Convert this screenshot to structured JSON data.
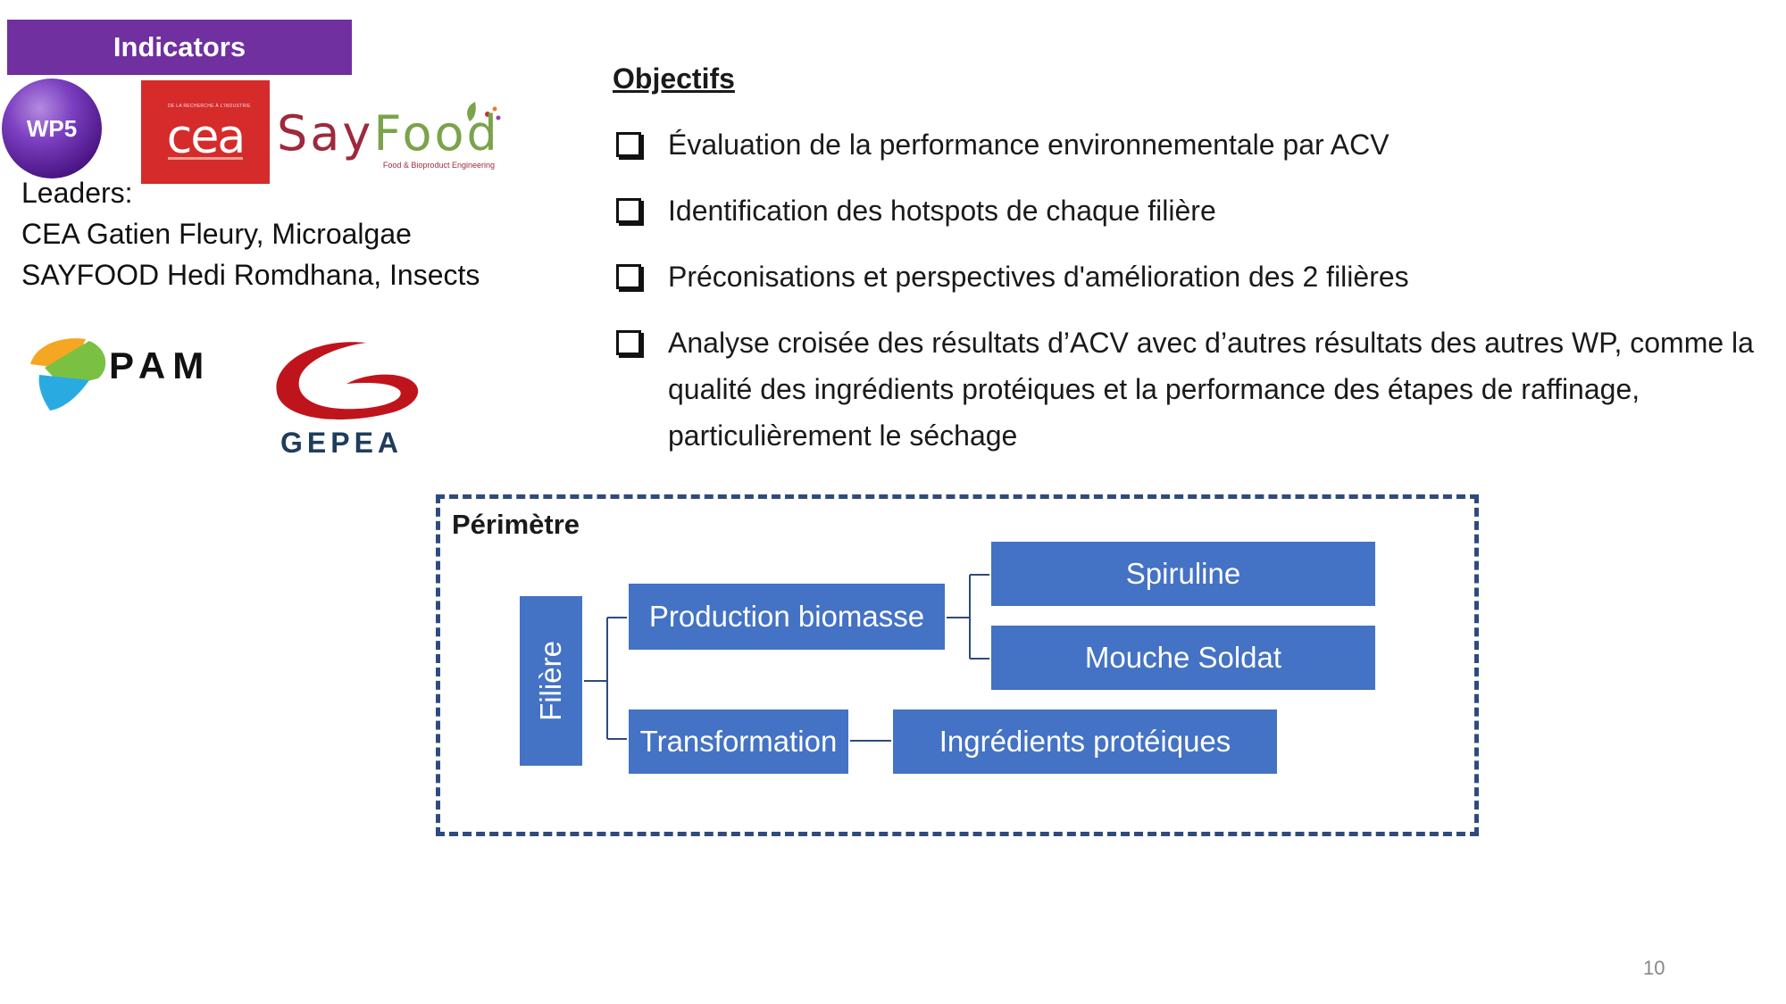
{
  "header": {
    "badge": "Indicators"
  },
  "logos": {
    "wp5": "WP5",
    "cea": "cea",
    "cea_tagline": "DE LA RECHERCHE À L'INDUSTRIE",
    "sayfood_name_a": "Say",
    "sayfood_name_b": "Food",
    "sayfood_tagline": "Food & Bioproduct Engineering",
    "pam": "PAM",
    "gepea": "GEPEA"
  },
  "leaders": {
    "label": "Leaders:",
    "lines": [
      "CEA Gatien Fleury, Microalgae",
      "SAYFOOD Hedi Romdhana, Insects"
    ]
  },
  "objectives": {
    "title": "Objectifs",
    "items": [
      "Évaluation de la performance environnementale par ACV",
      "Identification des hotspots de chaque filière",
      "Préconisations et perspectives d'amélioration des 2 filières",
      "Analyse croisée des résultats d’ACV avec d’autres résultats des autres WP, comme la qualité des ingrédients protéiques et la performance des étapes de raffinage, particulièrement le séchage"
    ]
  },
  "perimeter": {
    "title": "Périmètre",
    "root": "Filière",
    "production": "Production biomasse",
    "spiruline": "Spiruline",
    "mouche": "Mouche Soldat",
    "transformation": "Transformation",
    "ingredients": "Ingrédients protéiques"
  },
  "colors": {
    "badge": "#7030a0",
    "node": "#4472c4",
    "border": "#2f4b7c"
  },
  "page_number": "10"
}
